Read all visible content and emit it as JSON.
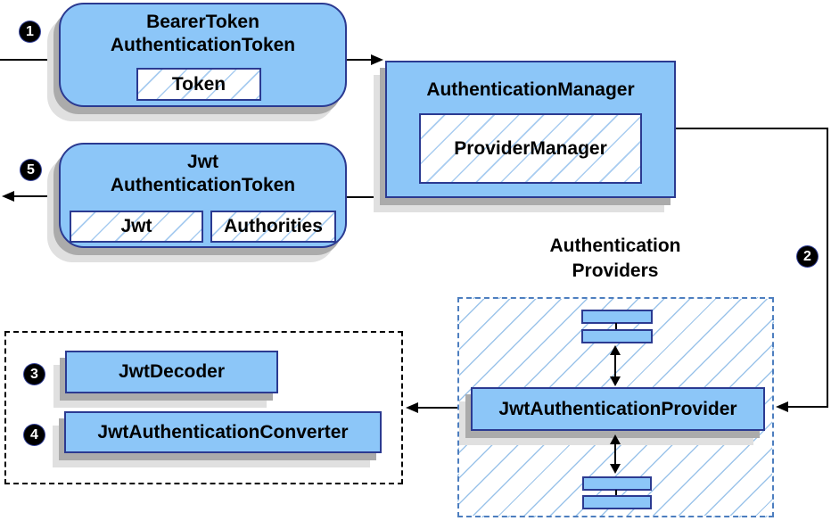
{
  "nodes": {
    "bearer_token": {
      "line1": "BearerToken",
      "line2": "AuthenticationToken",
      "chip": "Token"
    },
    "authentication_manager": {
      "title": "AuthenticationManager",
      "chip": "ProviderManager"
    },
    "jwt_authentication_token": {
      "line1": "Jwt",
      "line2": "AuthenticationToken",
      "chip_jwt": "Jwt",
      "chip_authorities": "Authorities"
    },
    "jwt_authentication_provider": {
      "label": "JwtAuthenticationProvider"
    },
    "jwt_decoder": {
      "label": "JwtDecoder"
    },
    "jwt_authentication_converter": {
      "label": "JwtAuthenticationConverter"
    }
  },
  "labels": {
    "authentication_providers": {
      "line1": "Authentication",
      "line2": "Providers"
    }
  },
  "badges": {
    "step1": "1",
    "step2": "2",
    "step3": "3",
    "step4": "4",
    "step5": "5"
  },
  "colors": {
    "node_fill": "#8cc6f8",
    "node_border": "#2b3a91",
    "hatch_line": "#a8ccf0",
    "providers_dash_border": "#4d7ebf",
    "decoders_dash_border": "#000000",
    "connector": "#000000",
    "badge_bg": "#000000",
    "badge_text": "#ffffff",
    "shadow_dark": "#ababab",
    "shadow_light": "#e0e0e0"
  }
}
